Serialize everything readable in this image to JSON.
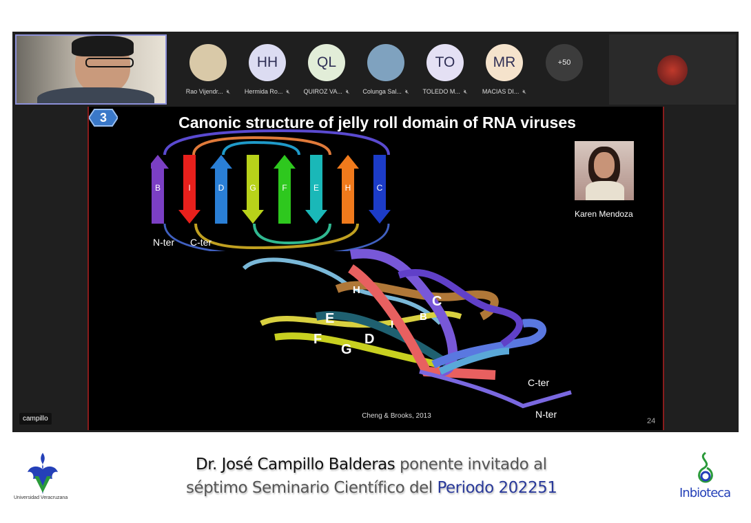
{
  "meeting": {
    "self_view_label": "campillo",
    "participants": [
      {
        "name": "Rao Vijendr...",
        "initials": "",
        "color": "#d9c9a8"
      },
      {
        "name": "Hermida Ro...",
        "initials": "HH",
        "color": "#dcdcf2"
      },
      {
        "name": "QUIROZ VA...",
        "initials": "QL",
        "color": "#e2edd8"
      },
      {
        "name": "Colunga Sal...",
        "initials": "",
        "color": "#7fa2bf"
      },
      {
        "name": "TOLEDO M...",
        "initials": "TO",
        "color": "#e4e0f4"
      },
      {
        "name": "MACIAS DI...",
        "initials": "MR",
        "color": "#f5e3cc"
      }
    ],
    "more_count": "+50"
  },
  "slide": {
    "number": "3",
    "title": "Canonic structure of jelly roll domain of RNA viruses",
    "strands": [
      {
        "letter": "B",
        "color": "#7b3fc4",
        "dir": "up"
      },
      {
        "letter": "I",
        "color": "#e8201c",
        "dir": "down"
      },
      {
        "letter": "D",
        "color": "#2a7fd6",
        "dir": "up"
      },
      {
        "letter": "G",
        "color": "#b8d21a",
        "dir": "down"
      },
      {
        "letter": "F",
        "color": "#2ec81e",
        "dir": "up"
      },
      {
        "letter": "E",
        "color": "#1ab8b8",
        "dir": "down"
      },
      {
        "letter": "H",
        "color": "#f07a1c",
        "dir": "up"
      },
      {
        "letter": "C",
        "color": "#1c3cc8",
        "dir": "down"
      }
    ],
    "n_ter": "N-ter",
    "c_ter": "C-ter",
    "presenter_name": "Karen Mendoza",
    "structure_labels": [
      "H",
      "C",
      "E",
      "B",
      "I",
      "D",
      "F",
      "G"
    ],
    "structure_c_ter": "C-ter",
    "structure_n_ter": "N-ter",
    "citation": "Cheng & Brooks, 2013",
    "page": "24"
  },
  "footer": {
    "speaker": "Dr. José Campillo Balderas",
    "line1_rest": "ponente invitado al",
    "line2_start": "séptimo Seminario Científico del",
    "period": "Periodo 202251",
    "left_logo": "Universidad Veracruzana",
    "right_logo": "Inbioteca"
  }
}
